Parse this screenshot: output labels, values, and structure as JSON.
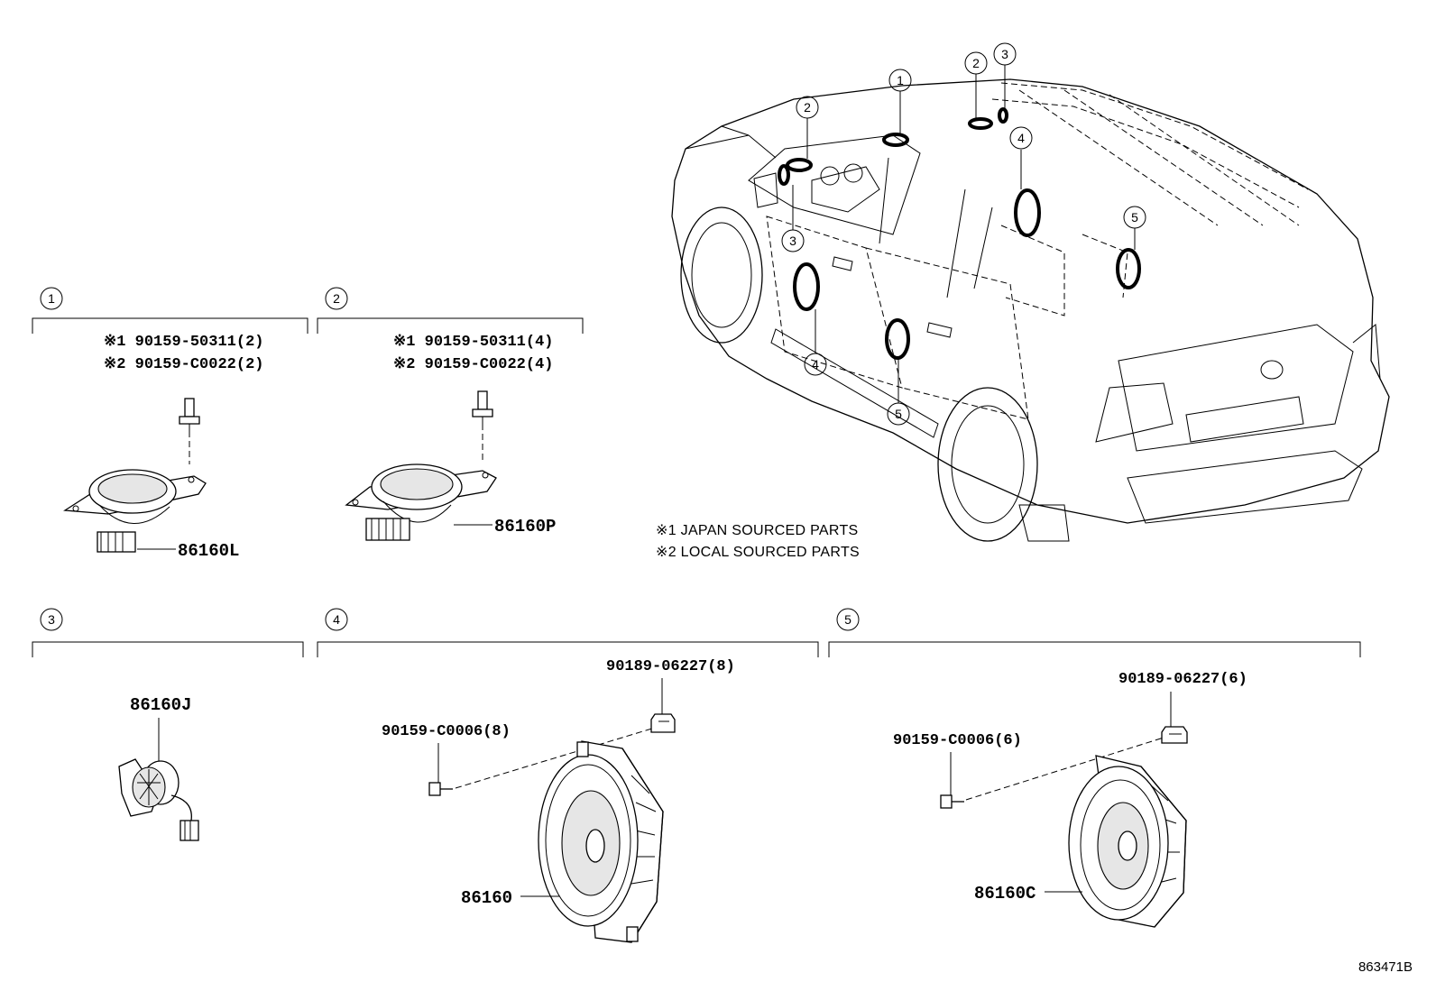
{
  "drawing_id": "863471B",
  "notes": {
    "japan": "※1 JAPAN SOURCED PARTS",
    "local": "※2 LOCAL SOURCED PARTS"
  },
  "car_callouts": [
    "1",
    "2",
    "3",
    "4",
    "5"
  ],
  "groups": [
    {
      "id": "1",
      "parts": [
        {
          "label": "※1  90159-50311(2)"
        },
        {
          "label": "※2  90159-C0022(2)"
        },
        {
          "label": "86160L"
        }
      ]
    },
    {
      "id": "2",
      "parts": [
        {
          "label": "※1  90159-50311(4)"
        },
        {
          "label": "※2  90159-C0022(4)"
        },
        {
          "label": "86160P"
        }
      ]
    },
    {
      "id": "3",
      "parts": [
        {
          "label": "86160J"
        }
      ]
    },
    {
      "id": "4",
      "parts": [
        {
          "label": "90189-06227(8)"
        },
        {
          "label": "90159-C0006(8)"
        },
        {
          "label": "86160"
        }
      ]
    },
    {
      "id": "5",
      "parts": [
        {
          "label": "90189-06227(6)"
        },
        {
          "label": "90159-C0006(6)"
        },
        {
          "label": "86160C"
        }
      ]
    }
  ]
}
